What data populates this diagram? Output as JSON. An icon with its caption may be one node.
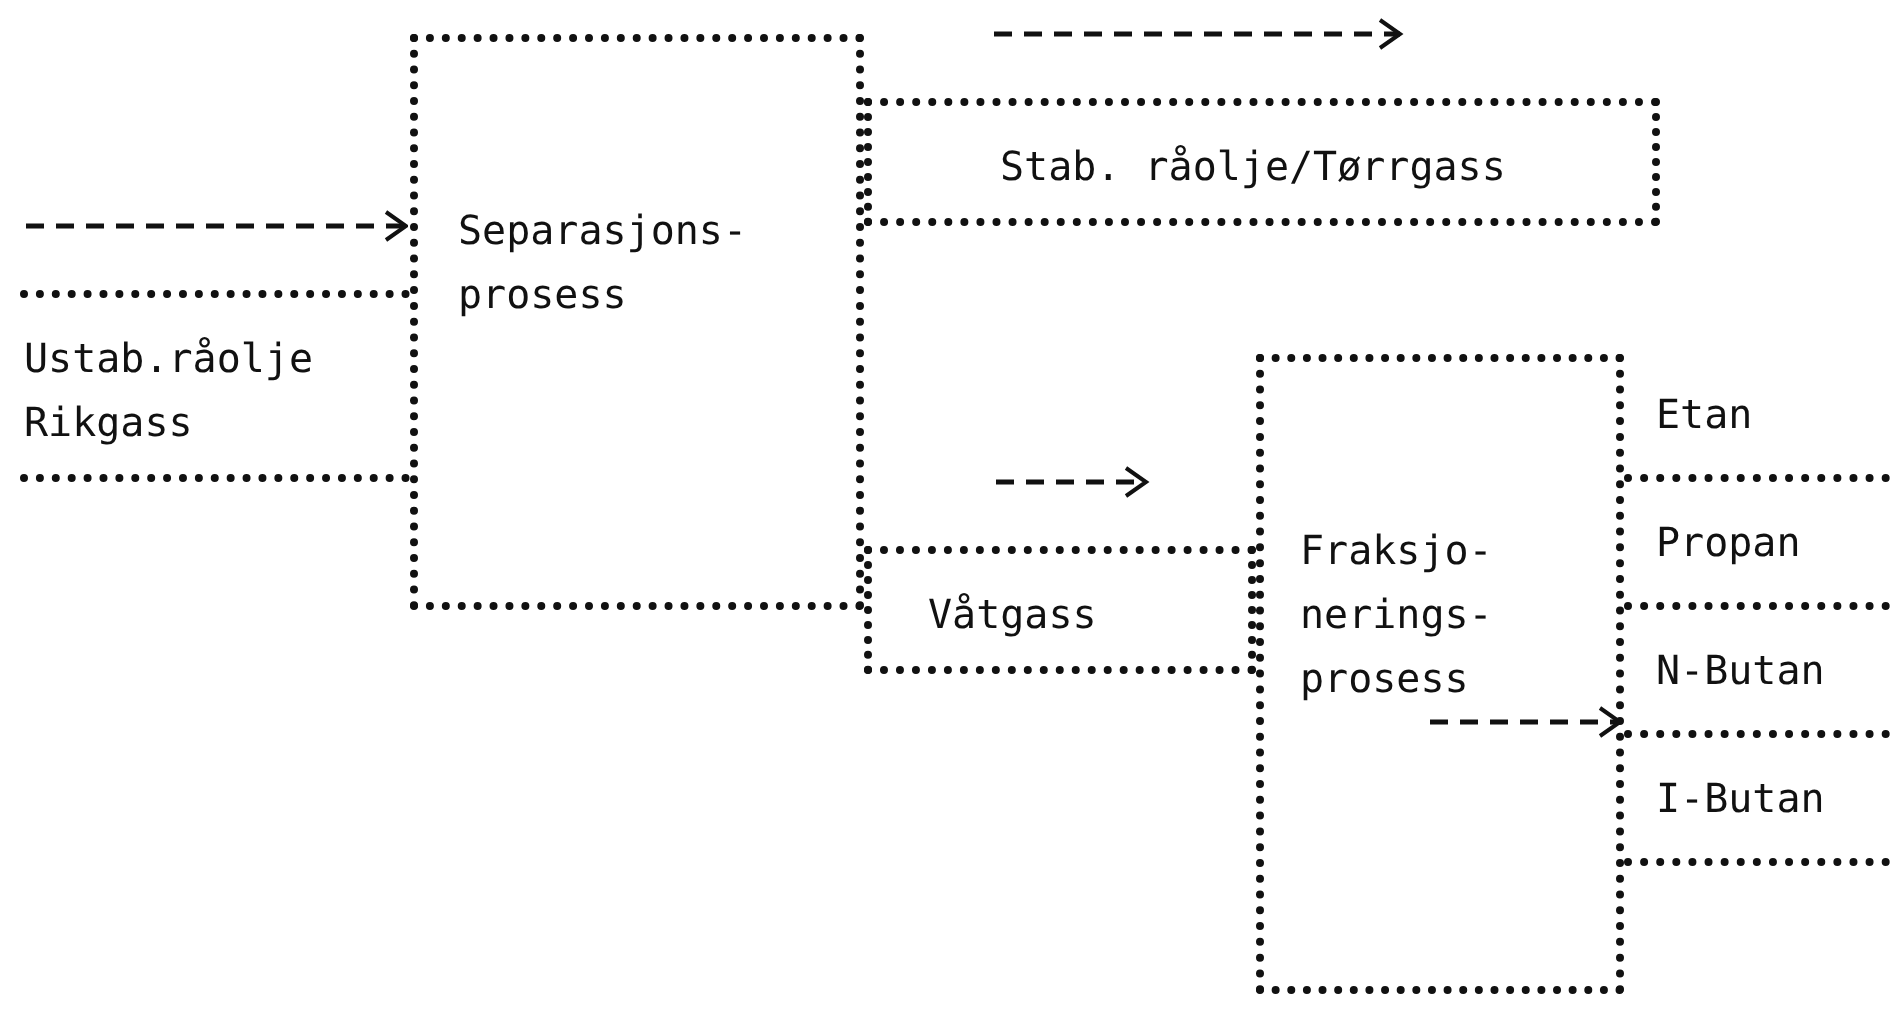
{
  "diagram": {
    "nodes": [
      {
        "text": [
          "Ustab.råolje",
          "Rikgass"
        ]
      },
      {
        "text": [
          "Separasjons- prosess"
        ]
      },
      {
        "text": [
          "Stab. råolje/Tørrgass"
        ]
      },
      {
        "text": [
          "Våtgass"
        ]
      },
      {
        "text": [
          "Fraksjo- nerings- prosess"
        ]
      },
      {
        "text": [
          "Etan"
        ]
      },
      {
        "text": [
          "Propan"
        ]
      },
      {
        "text": [
          "N-Butan"
        ]
      },
      {
        "text": [
          "I-Butan"
        ]
      }
    ],
    "edges": [
      {
        "from": null,
        "to": 1,
        "arrow": "to",
        "style": "dashed"
      },
      {
        "from": 4,
        "to": 7,
        "arrow": "to",
        "style": "dashed"
      }
    ]
  }
}
